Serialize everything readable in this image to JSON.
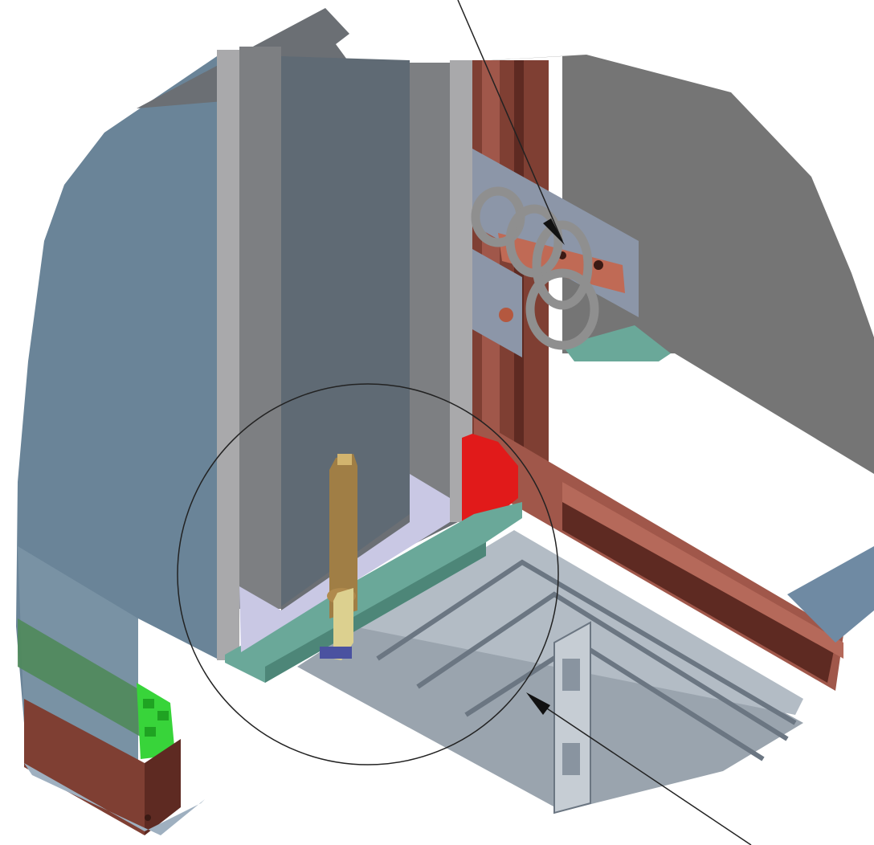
{
  "view": {
    "kind": "cad-assembly-detail",
    "background": "#ffffff",
    "detail_circle": "present",
    "leader_lines": 2
  },
  "colors": {
    "steel_frame": "#7f3f33",
    "steel_frame_light": "#a0574a",
    "glass_panel": "#5d7a8f",
    "grey_panel": "#6b6f74",
    "grey_frame": "#a9a9ab",
    "aluminum_extrusion": "#9aa4ae",
    "teal_plate": "#6aa899",
    "gasket": "#c9c8e4",
    "brass_pin": "#a07e45",
    "brass_latch": "#dcd08f",
    "red_bumper": "#e11a1a",
    "spring": "#8f8f8f",
    "green_profile": "#38d43a"
  }
}
